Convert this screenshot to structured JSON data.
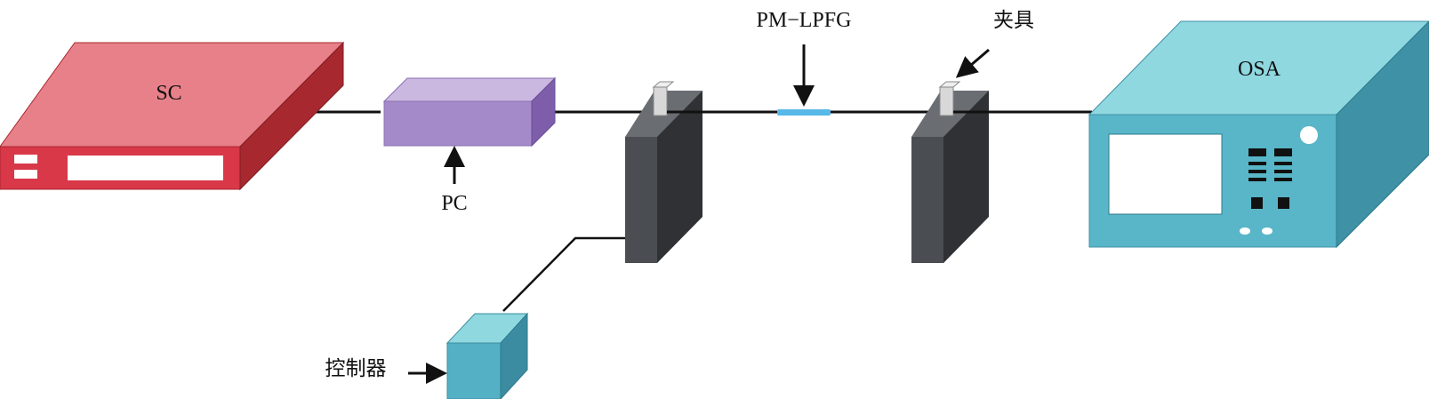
{
  "labels": {
    "sc": "SC",
    "pc": "PC",
    "pm_lpfg": "PM−LPFG",
    "fixture": "夹具",
    "osa": "OSA",
    "controller": "控制器"
  },
  "colors": {
    "sc_top": "#e8808a",
    "sc_front": "#d83848",
    "sc_side": "#a8282f",
    "pc_top": "#cbb8e0",
    "pc_front": "#a48ac8",
    "pc_side": "#7e5eaa",
    "stage_front": "#4a4d52",
    "stage_side": "#2f3135",
    "stage_top": "#6a6d72",
    "clamp": "#d8d8d8",
    "grating": "#58b8e8",
    "osa_top": "#8fd8e0",
    "osa_front": "#58b6c8",
    "osa_side": "#3f91a5",
    "ctrl_top": "#8fd8e0",
    "ctrl_front": "#54b0c4",
    "ctrl_side": "#3b8ca0",
    "fiber": "#111111"
  }
}
